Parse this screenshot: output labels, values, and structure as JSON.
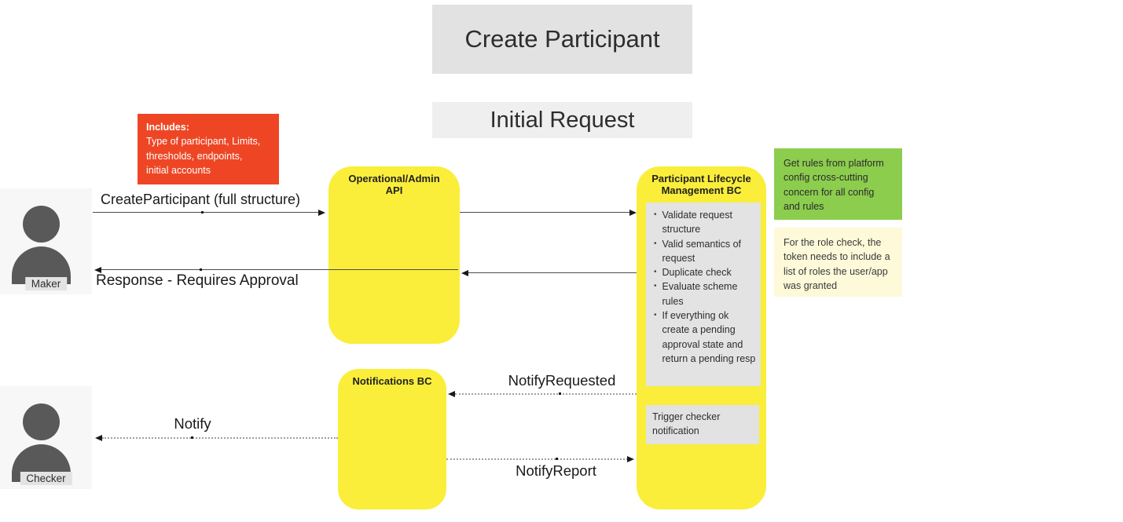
{
  "title": "Create Participant",
  "subtitle": "Initial Request",
  "actors": {
    "maker": "Maker",
    "checker": "Checker"
  },
  "components": {
    "api": {
      "title": "Operational/Admin API"
    },
    "plm": {
      "title": "Participant Lifecycle Management BC",
      "steps": [
        "Validate request structure",
        "Valid semantics of request",
        "Duplicate check",
        "Evaluate scheme rules",
        "If everything ok create a pending approval state and return a pending resp"
      ],
      "trigger_note": "Trigger checker\nnotification"
    },
    "notifications": {
      "title": "Notifications BC"
    }
  },
  "messages": {
    "create_participant": "CreateParticipant (full structure)",
    "response": "Response - Requires Approval",
    "notify_requested": "NotifyRequested",
    "notify": "Notify",
    "notify_report": "NotifyReport"
  },
  "notes": {
    "includes_heading": "Includes:",
    "includes_body": "Type of participant, Limits,\nthresholds, endpoints,\ninitial accounts",
    "platform_config": "Get rules from platform\nconfig cross-cutting\nconcern for all config\nand rules",
    "role_check": "For the role check, the\ntoken needs to include a\nlist of roles the user/app\nwas granted"
  },
  "colors": {
    "component_fill": "#faee3a",
    "note_red": "#ee4625",
    "note_green": "#8ccd4e",
    "note_cream": "#fdf9d9",
    "title_bg": "#e2e2e2",
    "subtitle_bg": "#efefef",
    "inner_panel_bg": "#e3e3e3",
    "actor_bg": "#f7f7f7",
    "actor_icon": "#595959"
  }
}
